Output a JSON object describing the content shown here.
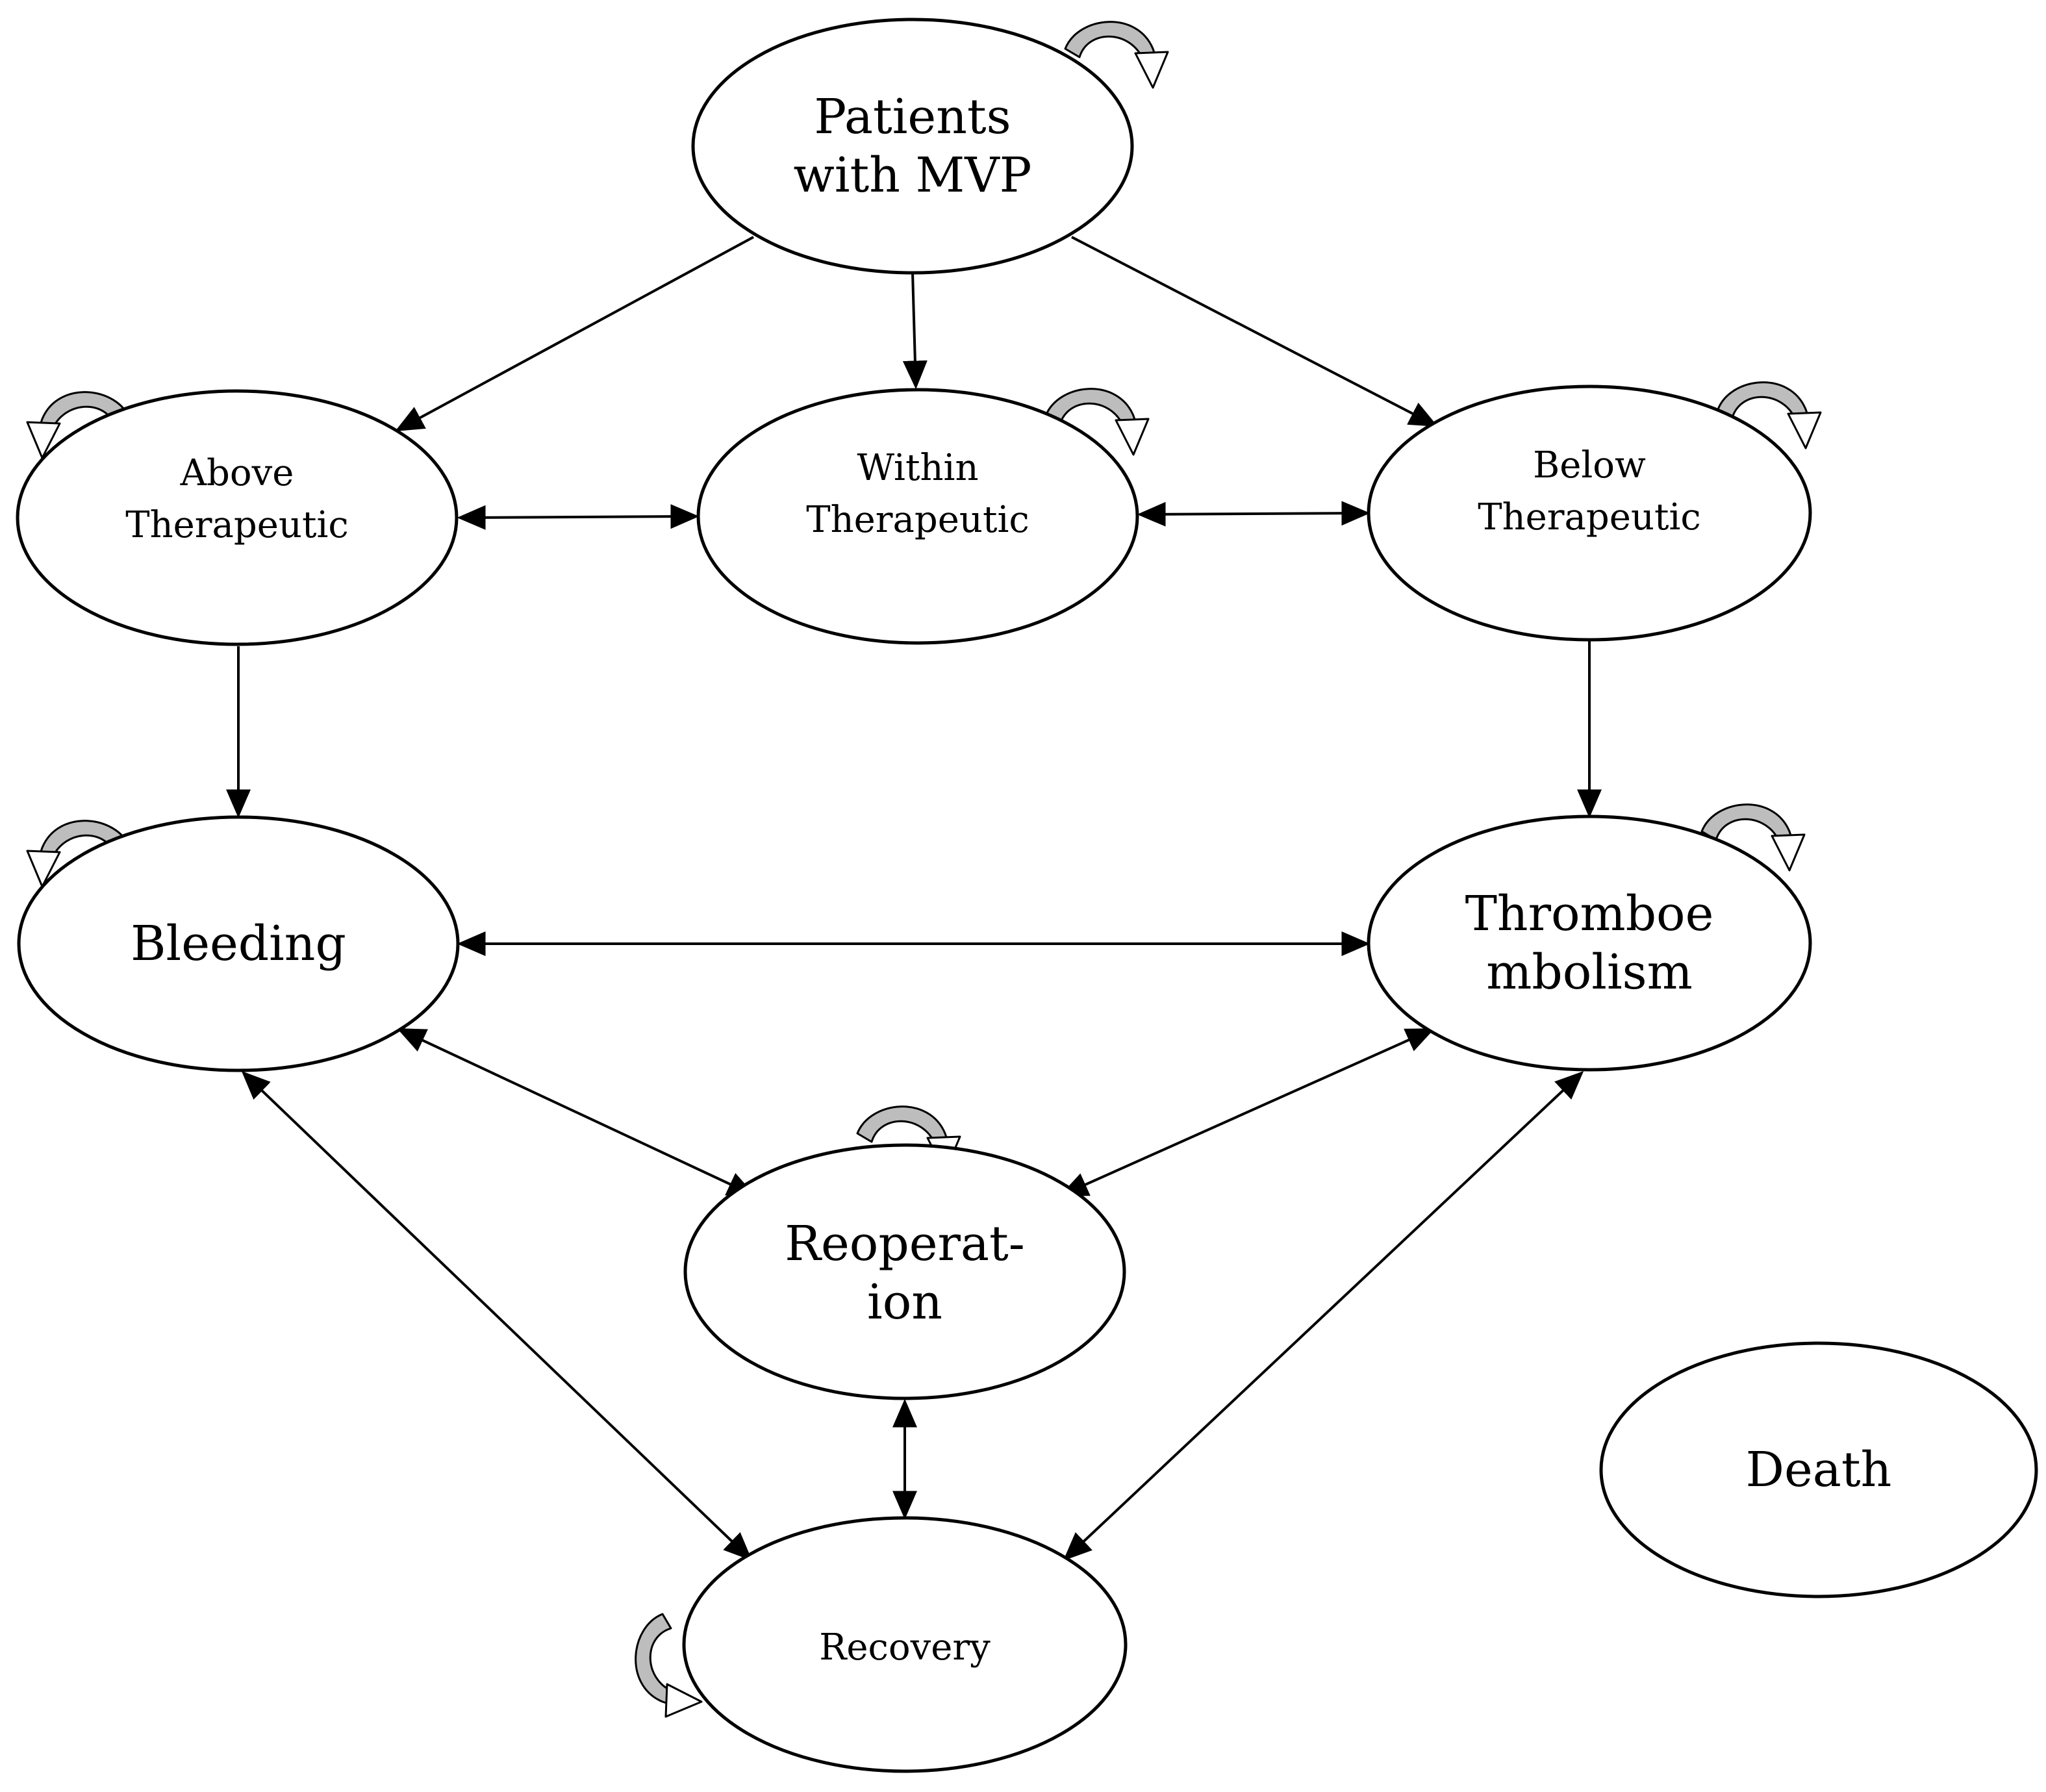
{
  "diagram": {
    "states": {
      "patients": [
        "Patients",
        "with MVP"
      ],
      "above": [
        "Above",
        "Therapeutic"
      ],
      "within": [
        "Within",
        "Therapeutic"
      ],
      "below": [
        "Below",
        "Therapeutic"
      ],
      "bleeding": [
        "Bleeding"
      ],
      "thrombo": [
        "Thromboe",
        "mbolism"
      ],
      "reoperation": [
        "Reoperat-",
        "ion"
      ],
      "recovery": [
        "Recovery"
      ],
      "death": [
        "Death"
      ]
    },
    "edges": [
      {
        "from": "patients",
        "to": "above",
        "direction": "forward"
      },
      {
        "from": "patients",
        "to": "within",
        "direction": "forward"
      },
      {
        "from": "patients",
        "to": "below",
        "direction": "forward"
      },
      {
        "from": "above",
        "to": "within",
        "direction": "both"
      },
      {
        "from": "within",
        "to": "below",
        "direction": "both"
      },
      {
        "from": "above",
        "to": "bleeding",
        "direction": "forward"
      },
      {
        "from": "below",
        "to": "thrombo",
        "direction": "forward"
      },
      {
        "from": "bleeding",
        "to": "thrombo",
        "direction": "both"
      },
      {
        "from": "bleeding",
        "to": "reoperation",
        "direction": "both"
      },
      {
        "from": "thrombo",
        "to": "reoperation",
        "direction": "both"
      },
      {
        "from": "bleeding",
        "to": "recovery",
        "direction": "both"
      },
      {
        "from": "thrombo",
        "to": "recovery",
        "direction": "both"
      },
      {
        "from": "reoperation",
        "to": "recovery",
        "direction": "both"
      }
    ],
    "self_loops": [
      "patients",
      "above",
      "within",
      "below",
      "bleeding",
      "thrombo",
      "reoperation",
      "recovery"
    ]
  }
}
